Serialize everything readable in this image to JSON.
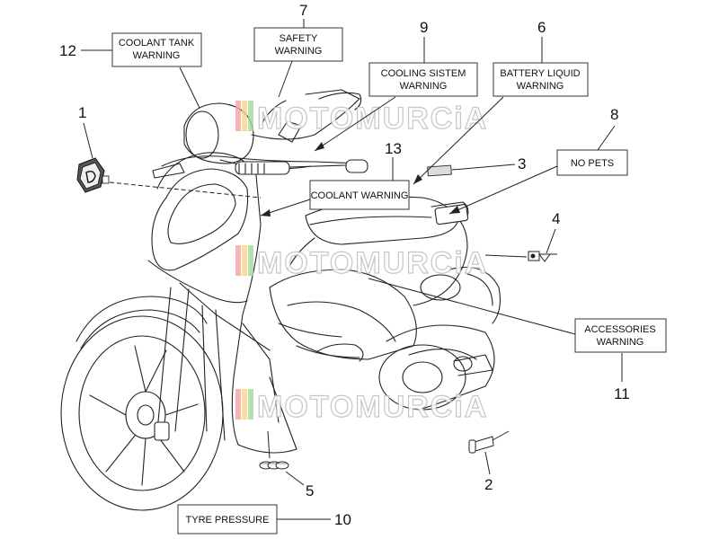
{
  "watermark": {
    "text": "MOTOMURCiA",
    "colors": [
      "#f2a3a3",
      "#f5d58a",
      "#a9d79a"
    ]
  },
  "callouts": [
    {
      "id": "c12",
      "number": "12",
      "label_lines": [
        "COOLANT TANK",
        "WARNING"
      ]
    },
    {
      "id": "c7",
      "number": "7",
      "label_lines": [
        "SAFETY",
        "WARNING"
      ]
    },
    {
      "id": "c9",
      "number": "9",
      "label_lines": [
        "COOLING SISTEM",
        "WARNING"
      ]
    },
    {
      "id": "c6",
      "number": "6",
      "label_lines": [
        "BATTERY LIQUID",
        "WARNING"
      ]
    },
    {
      "id": "c8",
      "number": "8",
      "label_lines": [
        "NO PETS"
      ]
    },
    {
      "id": "c13",
      "number": "13",
      "label_lines": [
        "COOLANT WARNING"
      ]
    },
    {
      "id": "c11",
      "number": "11",
      "label_lines": [
        "ACCESSORIES",
        "WARNING"
      ]
    },
    {
      "id": "c10",
      "number": "10",
      "label_lines": [
        "TYRE PRESSURE"
      ]
    },
    {
      "id": "c1",
      "number": "1",
      "label_lines": []
    },
    {
      "id": "c3",
      "number": "3",
      "label_lines": []
    },
    {
      "id": "c4",
      "number": "4",
      "label_lines": []
    },
    {
      "id": "c5",
      "number": "5",
      "label_lines": []
    },
    {
      "id": "c2",
      "number": "2",
      "label_lines": []
    }
  ]
}
